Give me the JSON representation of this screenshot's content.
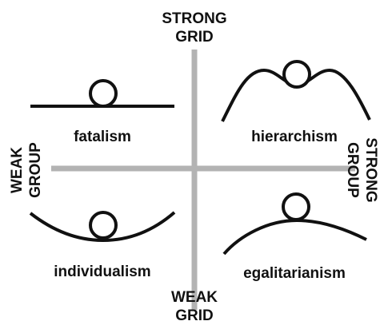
{
  "axes": {
    "top": {
      "line1": "STRONG",
      "line2": "GRID"
    },
    "bottom": {
      "line1": "WEAK",
      "line2": "GRID"
    },
    "left": {
      "line1": "WEAK",
      "line2": "GROUP"
    },
    "right": {
      "line1": "STRONG",
      "line2": "GROUP"
    }
  },
  "quadrants": {
    "top_left": "fatalism",
    "top_right": "hierarchism",
    "bottom_left": "individualism",
    "bottom_right": "egalitarianism"
  },
  "colors": {
    "axis": "#b3b3b3",
    "ink": "#111111",
    "background": "#ffffff"
  }
}
